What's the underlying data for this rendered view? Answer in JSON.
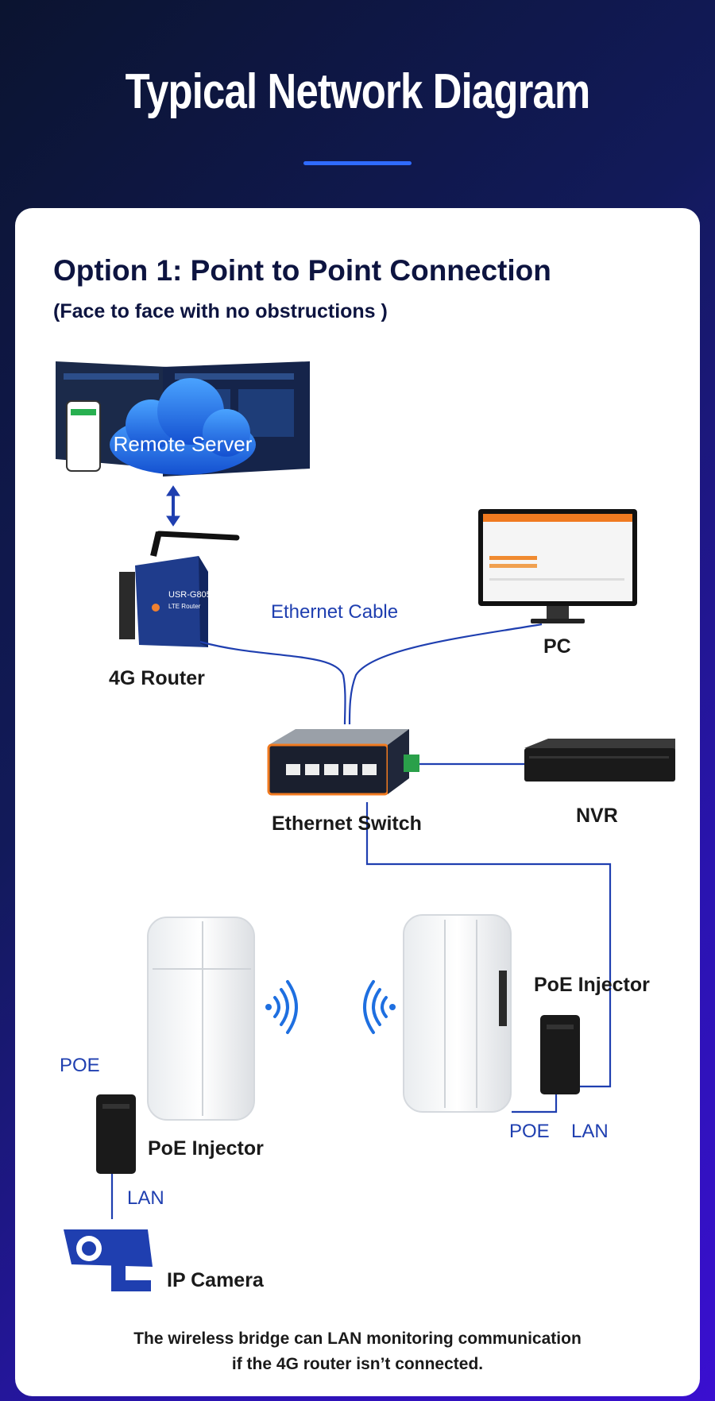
{
  "header": {
    "title": "Typical Network Diagram"
  },
  "option": {
    "title": "Option 1: Point to Point Connection",
    "subtitle": "(Face to face with no obstructions )"
  },
  "nodes": {
    "remote_server": "Remote Server",
    "router": "4G  Router",
    "router_brand": "USR-G805",
    "router_model": "LTE Router",
    "pc": "PC",
    "switch": "Ethernet Switch",
    "nvr": "NVR",
    "poe_injector_left": "PoE Injector",
    "poe_injector_right": "PoE Injector",
    "ip_camera": "IP Camera"
  },
  "links": {
    "ethernet_cable": "Ethernet Cable",
    "poe_left": "POE",
    "lan_left": "LAN",
    "poe_right": "POE",
    "lan_right": "LAN"
  },
  "footnote": {
    "line1": "The wireless bridge can LAN monitoring communication",
    "line2": "if the 4G router isn’t connected."
  },
  "colors": {
    "line": "#1f3fb0",
    "accent": "#2f6bff",
    "cloud": "#1e6fe0"
  }
}
